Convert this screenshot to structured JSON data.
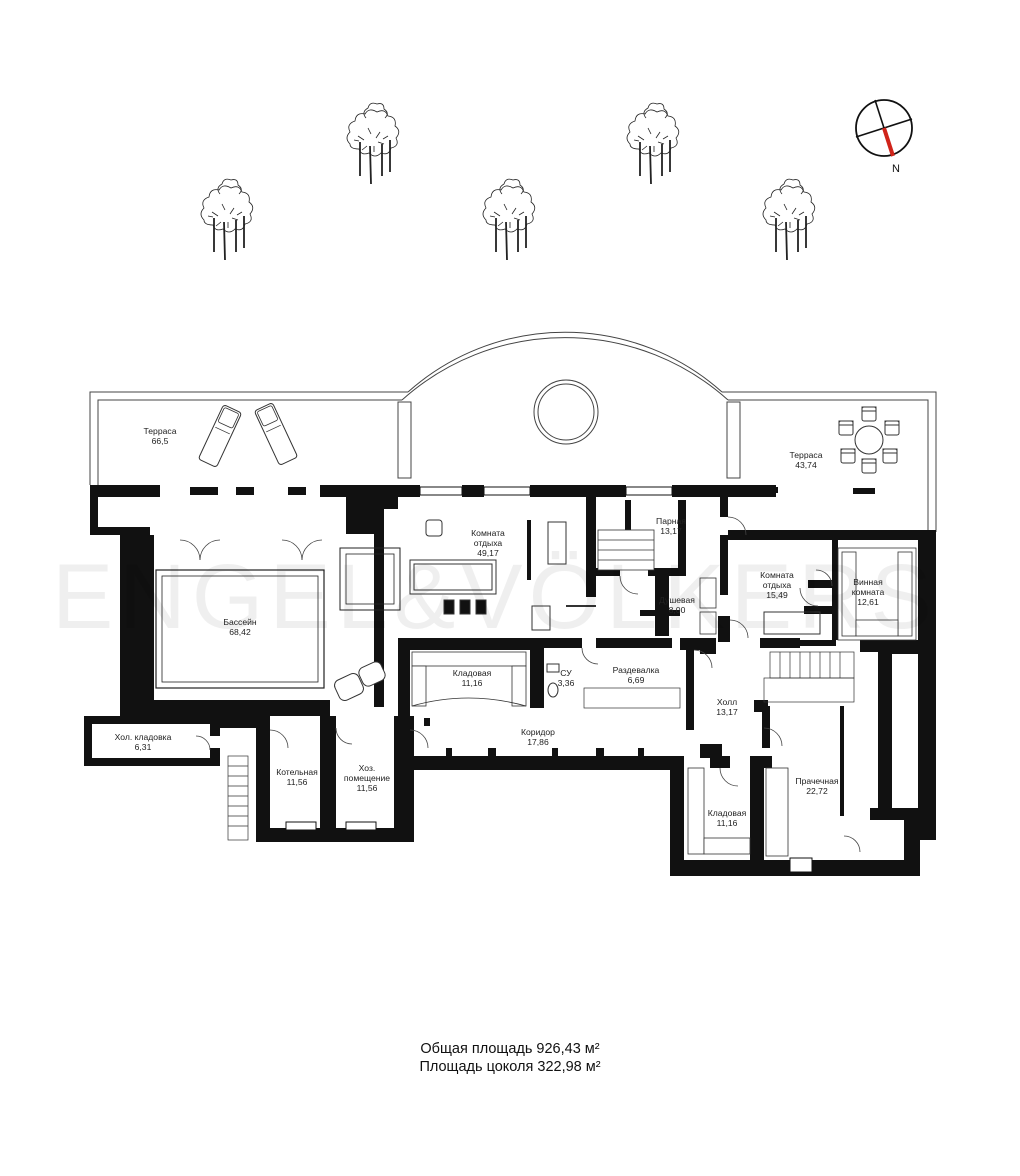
{
  "compass": {
    "north_label": "N"
  },
  "watermark": {
    "text": "ENGEL&VÖLKERS"
  },
  "rooms": [
    {
      "id": "terrace-west",
      "name": "Терраса",
      "area": "66,5"
    },
    {
      "id": "terrace-east",
      "name": "Терраса",
      "area": "43,74"
    },
    {
      "id": "lounge-main",
      "name_lines": [
        "Комната",
        "отдыха"
      ],
      "area": "49,17"
    },
    {
      "id": "steam-room",
      "name": "Парная",
      "area": "13,17"
    },
    {
      "id": "shower",
      "name": "Душевая",
      "area": "8,00"
    },
    {
      "id": "lounge-east",
      "name_lines": [
        "Комната",
        "отдыха"
      ],
      "area": "15,49"
    },
    {
      "id": "wine-room",
      "name_lines": [
        "Винная",
        "комната"
      ],
      "area": "12,61"
    },
    {
      "id": "pool",
      "name": "Бассейн",
      "area": "68,42"
    },
    {
      "id": "storage-west",
      "name": "Кладовая",
      "area": "11,16"
    },
    {
      "id": "wc",
      "name": "СУ",
      "area": "3,36"
    },
    {
      "id": "dressing",
      "name": "Раздевалка",
      "area": "6,69"
    },
    {
      "id": "hall",
      "name": "Холл",
      "area": "13,17"
    },
    {
      "id": "cold-storage",
      "name": "Хол. кладовка",
      "area": "6,31"
    },
    {
      "id": "corridor",
      "name": "Коридор",
      "area": "17,86"
    },
    {
      "id": "boiler",
      "name": "Котельная",
      "area": "11,56"
    },
    {
      "id": "utility",
      "name_lines": [
        "Хоз.",
        "помещение"
      ],
      "area": "11,56"
    },
    {
      "id": "laundry",
      "name": "Прачечная",
      "area": "22,72"
    },
    {
      "id": "storage-east",
      "name": "Кладовая",
      "area": "11,16"
    }
  ],
  "footer": {
    "total_area": "Общая площадь 926,43 м²",
    "basement_area": "Площадь цоколя 322,98 м²"
  }
}
